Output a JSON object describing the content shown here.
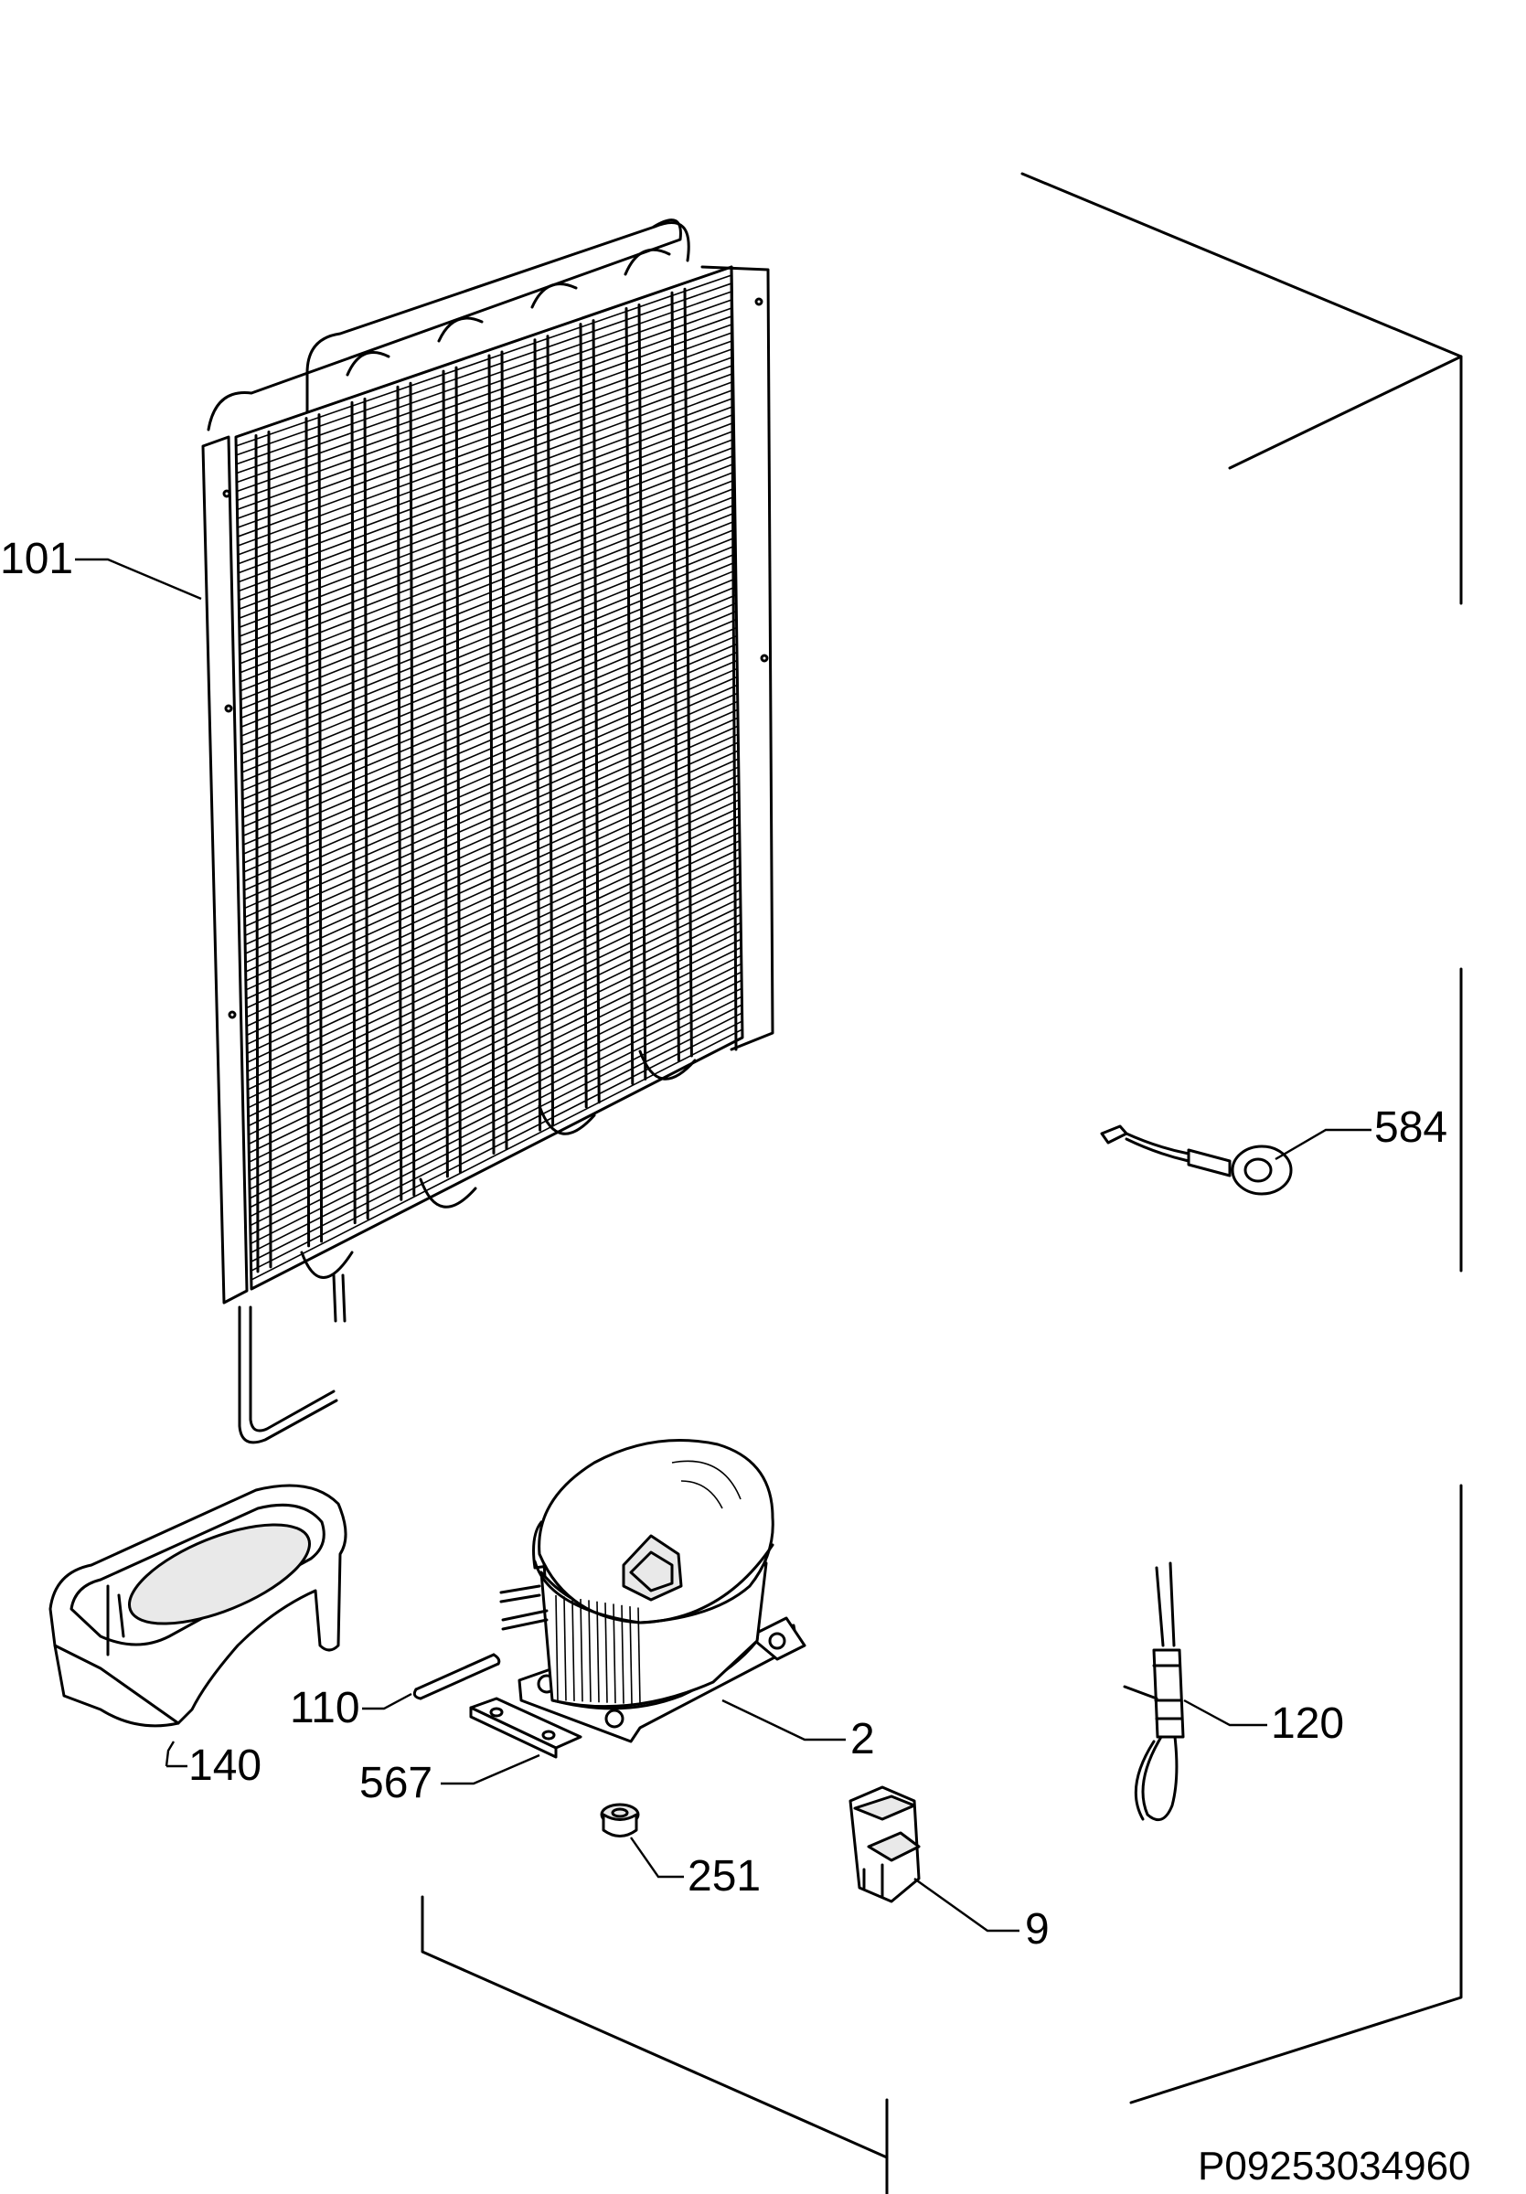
{
  "diagram": {
    "doc_id": "P09253034960",
    "callouts": {
      "condenser": "101",
      "thermal_fuse": "584",
      "drip_tray": "140",
      "pipe": "110",
      "compressor": "2",
      "mount_plate": "567",
      "grommet": "251",
      "relay": "9",
      "filter_drier": "120"
    }
  }
}
